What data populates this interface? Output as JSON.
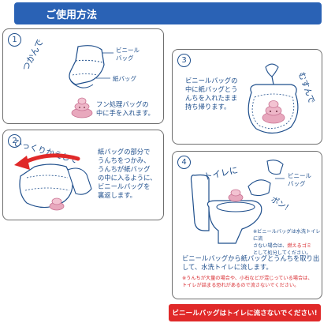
{
  "header": {
    "title": "ご使用方法"
  },
  "steps": [
    {
      "number": "1",
      "handwriting": "つかんで",
      "label_vinyl": "ビニール\nバッグ",
      "label_paper": "紙バッグ",
      "text": "フン処理バッグの\n中に手を入れます。"
    },
    {
      "number": "2",
      "handwriting": "ひっくりかえして",
      "text": "紙バッグの部分で\nうんちをつかみ、\nうんちが紙バッグ\nの中に入るように、\nビニールバッグを\n裏返します。"
    },
    {
      "number": "3",
      "handwriting": "むすんで",
      "text": "ビニールバッグの\n中に紙バッグとう\nんちを入れたまま\n持ち帰ります。"
    },
    {
      "number": "4",
      "handwriting_toilet": "トイレに",
      "handwriting_pon": "ポン!",
      "label_vinyl": "ビニール\nバッグ",
      "note_small": "※ビニールバッグは水洗トイレに流\nさない場合は、燃えるゴミ\nとして処分してください。",
      "note_highlight": "燃えるゴミ",
      "text": "ビニールバッグから紙バッグとうんちを取り出\nして、水洗トイレに流します。",
      "warning": "※うんちが大量の場合や、小石などが混じっている場合は、\nトイレが詰まる恐れがあるので流さないでください。"
    }
  ],
  "footer": {
    "warning": "ビニールバッグはトイレに流さないでください!"
  },
  "colors": {
    "accent": "#2a62b5",
    "text": "#1f4f8c",
    "danger": "#e02929",
    "border": "#6e6e6e"
  }
}
